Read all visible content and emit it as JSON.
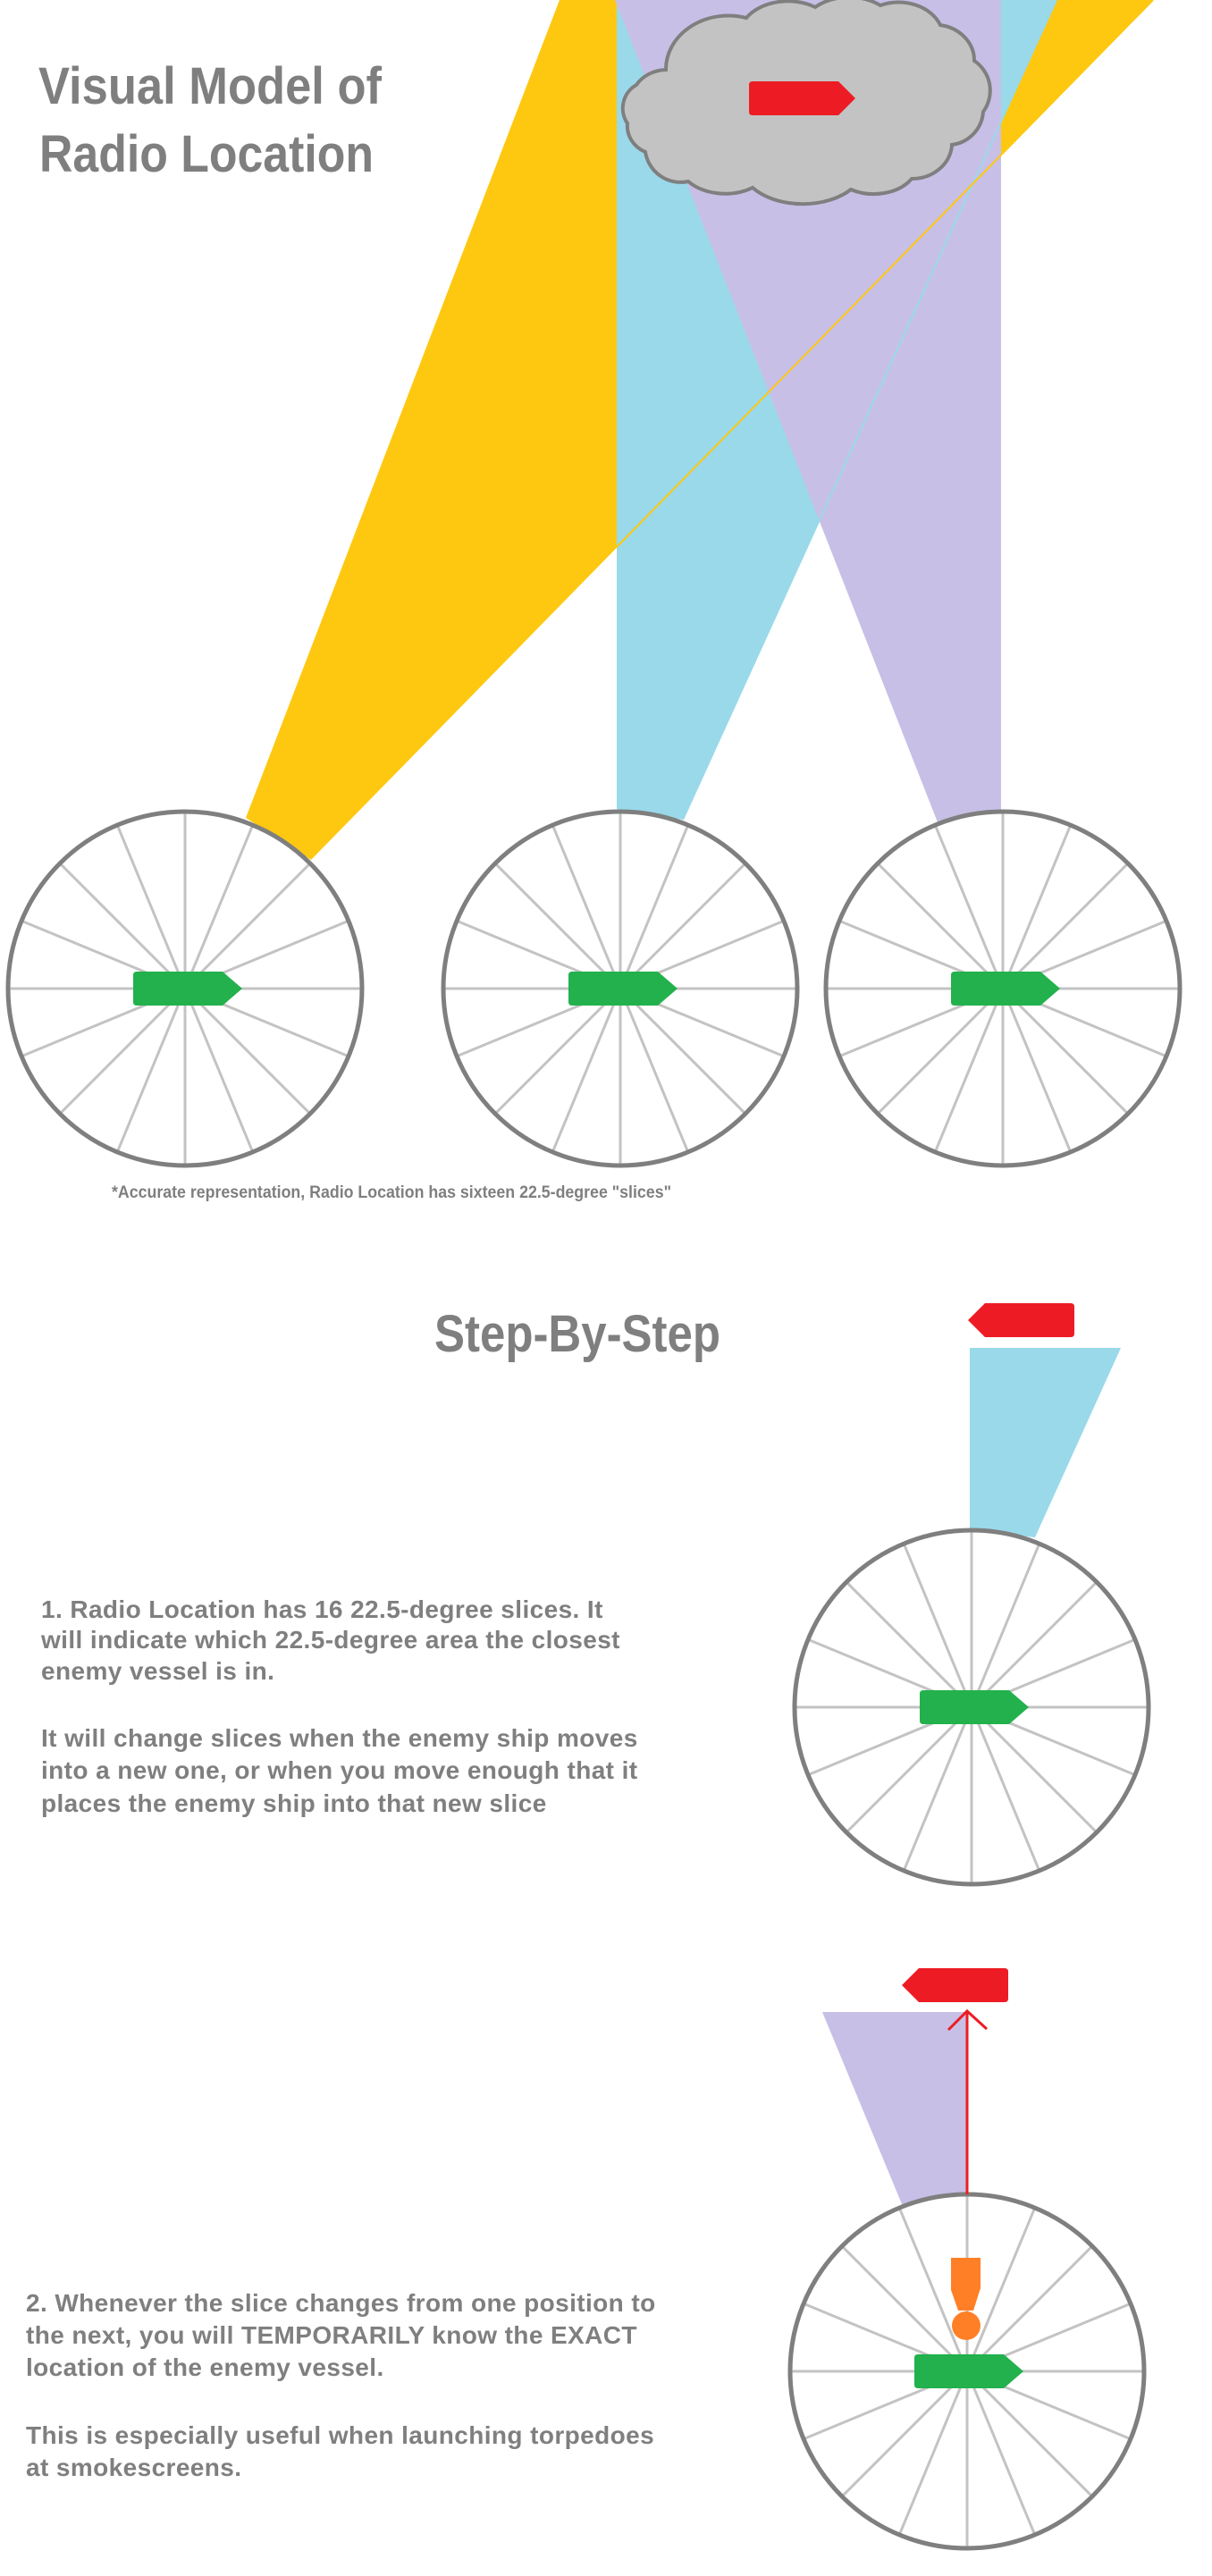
{
  "header": {
    "title_line1": "Visual Model of",
    "title_line2": "Radio Location"
  },
  "caption": "*Accurate representation, Radio Location has sixteen 22.5-degree \"slices\"",
  "section_title": "Step-By-Step",
  "step1": {
    "lines": [
      "1. Radio Location has 16 22.5-degree slices. It",
      "will indicate which 22.5-degree area the closest",
      "enemy vessel is in.",
      "It will change slices when the enemy ship moves",
      "into a new one, or when you move enough that it",
      "places the enemy ship into that new slice"
    ]
  },
  "step2": {
    "lines": [
      "2. Whenever the slice changes from one position to",
      "the next, you will TEMPORARILY know the EXACT",
      "location of the enemy vessel.",
      "This is especially useful when launching torpedoes",
      "at smokescreens."
    ]
  },
  "radar": {
    "slices": 16,
    "slice_degrees": 22.5
  },
  "colors": {
    "text": "#7f7f7f",
    "yellow_beam": "#fec811",
    "blue_beam": "#99d9ea",
    "purple_beam": "#c8bfe7",
    "player_ship": "#22b14c",
    "enemy_ship": "#ed1c24",
    "cloud": "#c3c3c3",
    "alert": "#ff7f27"
  }
}
